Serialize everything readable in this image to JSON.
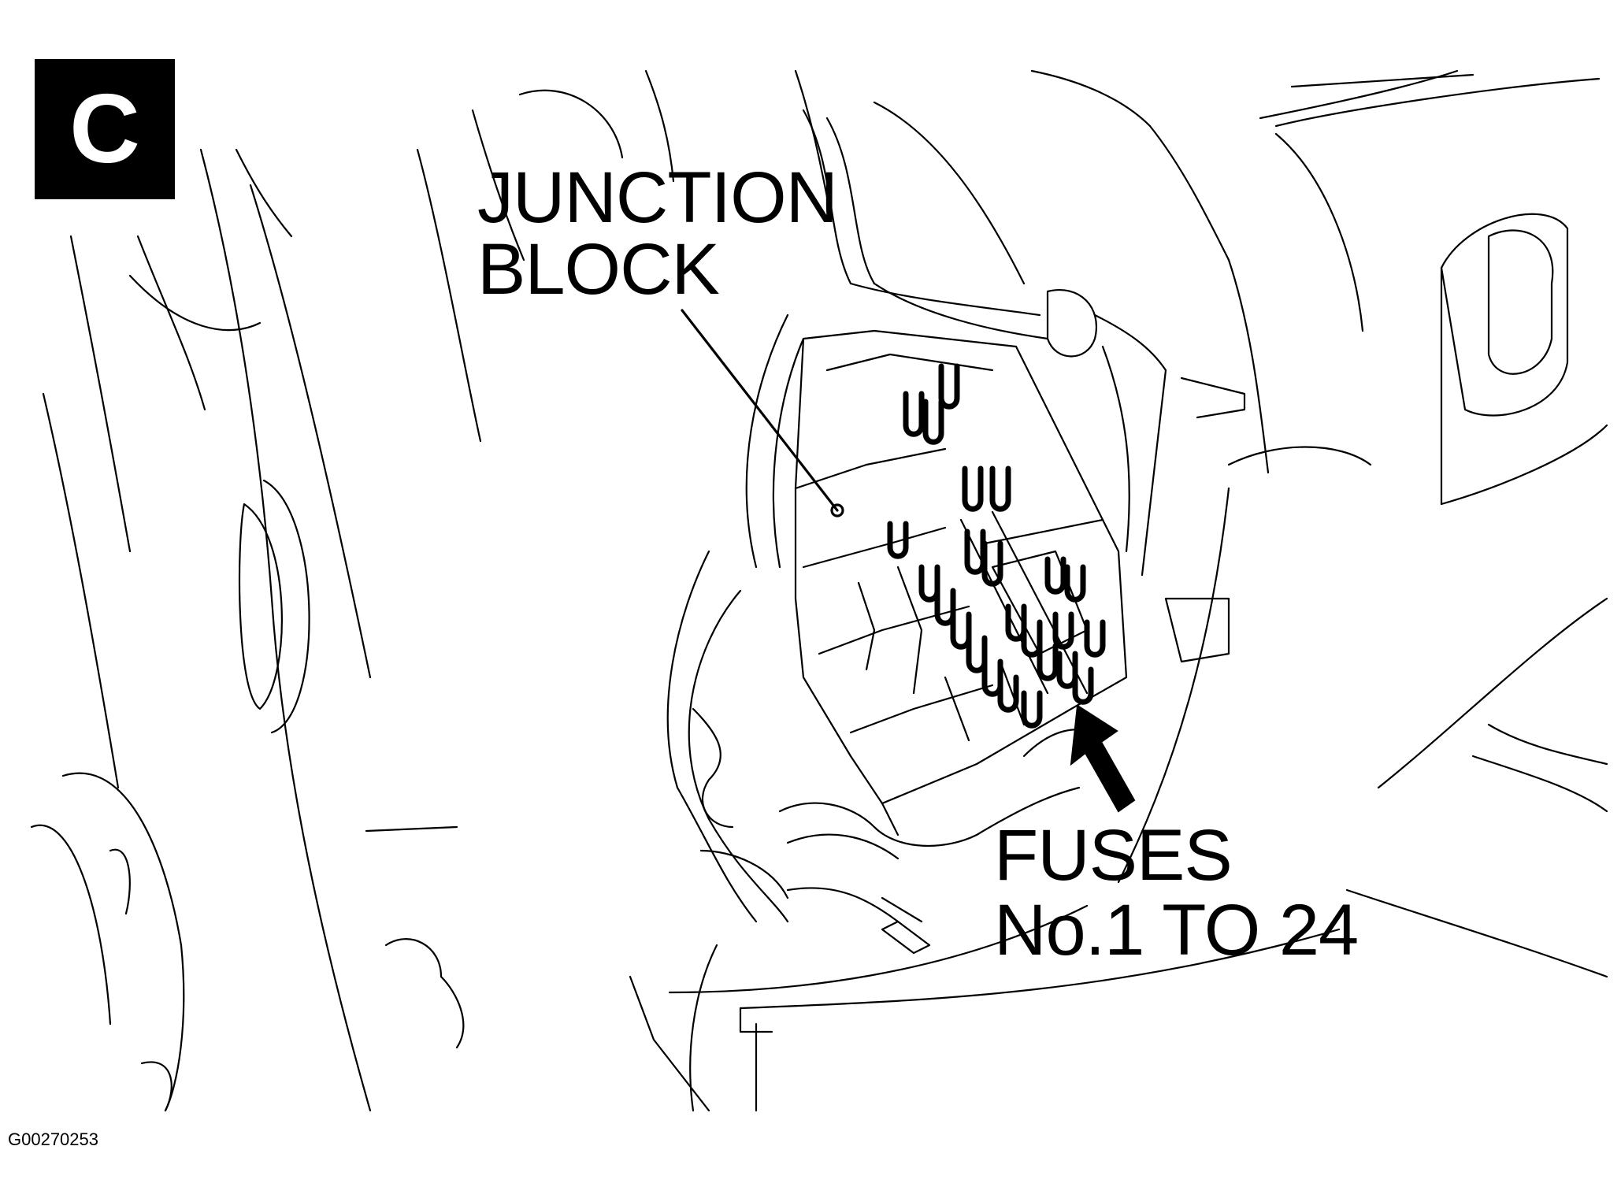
{
  "badge": {
    "letter": "C"
  },
  "labels": {
    "junction_block": [
      "JUNCTION",
      "BLOCK"
    ],
    "fuses": [
      "FUSES",
      "No.1 TO 24"
    ]
  },
  "figure_code": "G00270253",
  "colors": {
    "ink": "#000000",
    "paper": "#ffffff"
  }
}
